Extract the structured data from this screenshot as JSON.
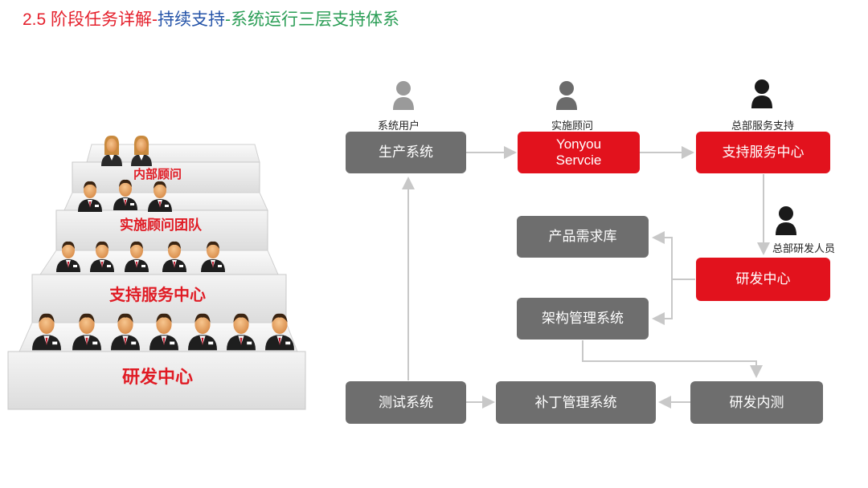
{
  "title": {
    "part1": "2.5 阶段任务详解-",
    "part2": "持续支持",
    "part3": "-系统运行三层支持体系"
  },
  "pyramid": {
    "level_labels": [
      "内部顾问",
      "实施顾问团队",
      "支持服务中心",
      "研发中心"
    ]
  },
  "flow": {
    "roles": {
      "user": "系统用户",
      "consultant": "实施顾问",
      "hq_support": "总部服务支持",
      "hq_dev": "总部研发人员"
    },
    "nodes": {
      "production": "生产系统",
      "yonyou_line1": "Yonyou",
      "yonyou_line2": "Servcie",
      "support_center": "支持服务中心",
      "requirements": "产品需求库",
      "rd_center": "研发中心",
      "architecture": "架构管理系统",
      "testing": "测试系统",
      "patch": "补丁管理系统",
      "internal_test": "研发内测"
    }
  },
  "colors": {
    "red": "#e2121d",
    "gray": "#6e6e6e",
    "arrow": "#c8c8c8"
  }
}
